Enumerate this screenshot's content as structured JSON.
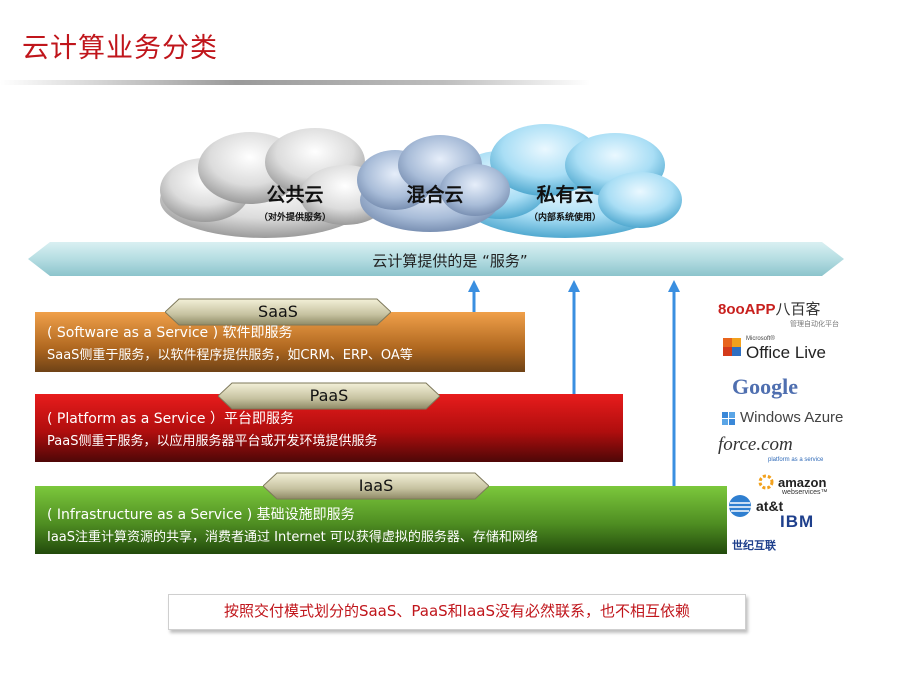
{
  "title": "云计算业务分类",
  "clouds": {
    "public": {
      "label": "公共云",
      "sub": "（对外提供服务）"
    },
    "hybrid": {
      "label": "混合云"
    },
    "private": {
      "label": "私有云",
      "sub": "（内部系统使用）"
    }
  },
  "banner": {
    "text": "云计算提供的是 “服务”"
  },
  "layers": {
    "saas": {
      "tag": "SaaS",
      "line1": "( Software as a Service ) 软件即服务",
      "line2": "SaaS侧重于服务，以软件程序提供服务，如CRM、ERP、OA等",
      "color_top": "#f0a04a",
      "color_bottom": "#7a4a1a"
    },
    "paas": {
      "tag": "PaaS",
      "line1": "( Platform as a Service ）平台即服务",
      "line2": "PaaS侧重于服务，以应用服务器平台或开发环境提供服务",
      "color_top": "#e01818",
      "color_bottom": "#5a0808"
    },
    "iaas": {
      "tag": "IaaS",
      "line1": "( Infrastructure as a Service ) 基础设施即服务",
      "line2": "IaaS注重计算资源的共享，消费者通过 Internet 可以获得虚拟的服务器、存储和网络",
      "color_top": "#7ac43a",
      "color_bottom": "#2a5a10"
    }
  },
  "logos": {
    "booapp": "8ooAPP",
    "booapp_cn": "八百客",
    "booapp_sub": "管理自动化平台",
    "office_small": "Microsoft®",
    "office": "Office Live",
    "google": "Google",
    "azure": "Windows Azure",
    "force": "force.com",
    "force_sub": "platform as a service",
    "amazon": "amazon",
    "amazon_sub": "webservices™",
    "att": "at&t",
    "ibm": "IBM",
    "shiji": "世纪互联"
  },
  "note": {
    "text": "按照交付模式划分的SaaS、PaaS和IaaS没有必然联系，也不相互依赖"
  },
  "colors": {
    "title": "#c0151b",
    "banner": "#bfe3e6",
    "arrow": "#3a8fe0"
  }
}
